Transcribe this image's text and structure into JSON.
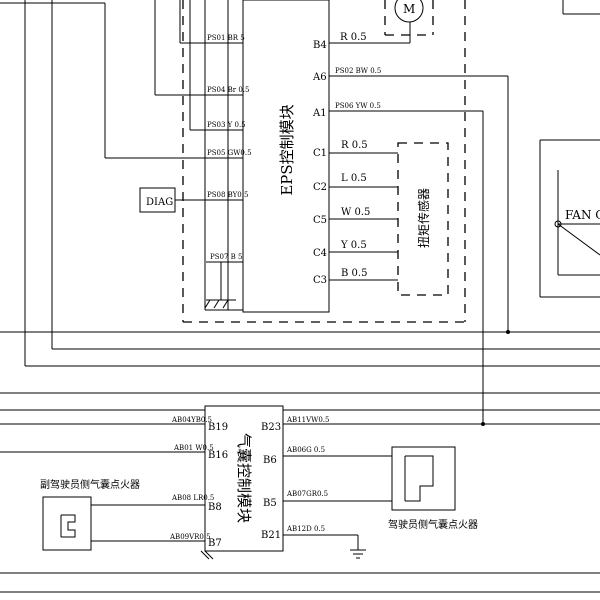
{
  "eps": {
    "title": "EPS控制模块",
    "left_pins": [
      {
        "id": "PS01",
        "label": "PS01 BR 5"
      },
      {
        "id": "PS04",
        "label": "PS04 Br 0.5"
      },
      {
        "id": "PS03",
        "label": "PS03 Y 0.5"
      },
      {
        "id": "PS05",
        "label": "PS05 GW0.5"
      },
      {
        "id": "PS08",
        "label": "PS08 BY0.5"
      },
      {
        "id": "PS07",
        "label": "PS07 B 5"
      }
    ],
    "right_pins": [
      {
        "pin": "B4",
        "wire": "R 0.5"
      },
      {
        "pin": "A6",
        "wire": "PS02 BW 0.5"
      },
      {
        "pin": "A1",
        "wire": "PS06 YW 0.5"
      },
      {
        "pin": "C1",
        "wire": "R 0.5"
      },
      {
        "pin": "C2",
        "wire": "L 0.5"
      },
      {
        "pin": "C5",
        "wire": "W 0.5"
      },
      {
        "pin": "C4",
        "wire": "Y 0.5"
      },
      {
        "pin": "C3",
        "wire": "B 0.5"
      }
    ]
  },
  "torque_sensor": {
    "label": "扭矩传感器"
  },
  "motor": {
    "symbol": "M"
  },
  "diag": {
    "label": "DIAG"
  },
  "fan": {
    "label": "FAN GN"
  },
  "airbag": {
    "title": "气囊控制模块",
    "left_pins": [
      {
        "pin": "B19",
        "wire": "AB04YB0.5"
      },
      {
        "pin": "B16",
        "wire": "AB01 W0.5"
      },
      {
        "pin": "B8",
        "wire": "AB08 LR0.5"
      },
      {
        "pin": "B7",
        "wire": "AB09VR0.5"
      }
    ],
    "right_pins": [
      {
        "pin": "B23",
        "wire": "AB11VW0.5"
      },
      {
        "pin": "B6",
        "wire": "AB06G 0.5"
      },
      {
        "pin": "B5",
        "wire": "AB07GR0.5"
      },
      {
        "pin": "B21",
        "wire": "AB12D 0.5"
      }
    ]
  },
  "passenger_igniter": {
    "label": "副驾驶员侧气囊点火器"
  },
  "driver_igniter": {
    "label": "驾驶员侧气囊点火器"
  }
}
